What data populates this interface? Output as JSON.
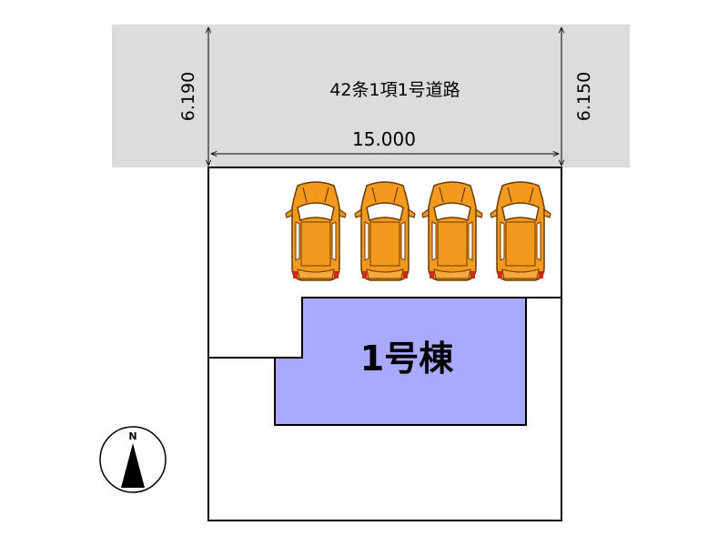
{
  "road": {
    "label": "42条1項1号道路",
    "fill": "#dcdcdc"
  },
  "dimensions": {
    "left_road_width": "6.190",
    "right_road_width": "6.150",
    "frontage": "15.000"
  },
  "building": {
    "label": "1号棟",
    "fill": "#a9a9ff"
  },
  "parking": {
    "car_count": 4,
    "car_color": "#f39a1e",
    "car_icon": "car-top-view-icon"
  },
  "compass": {
    "north_label": "N"
  }
}
